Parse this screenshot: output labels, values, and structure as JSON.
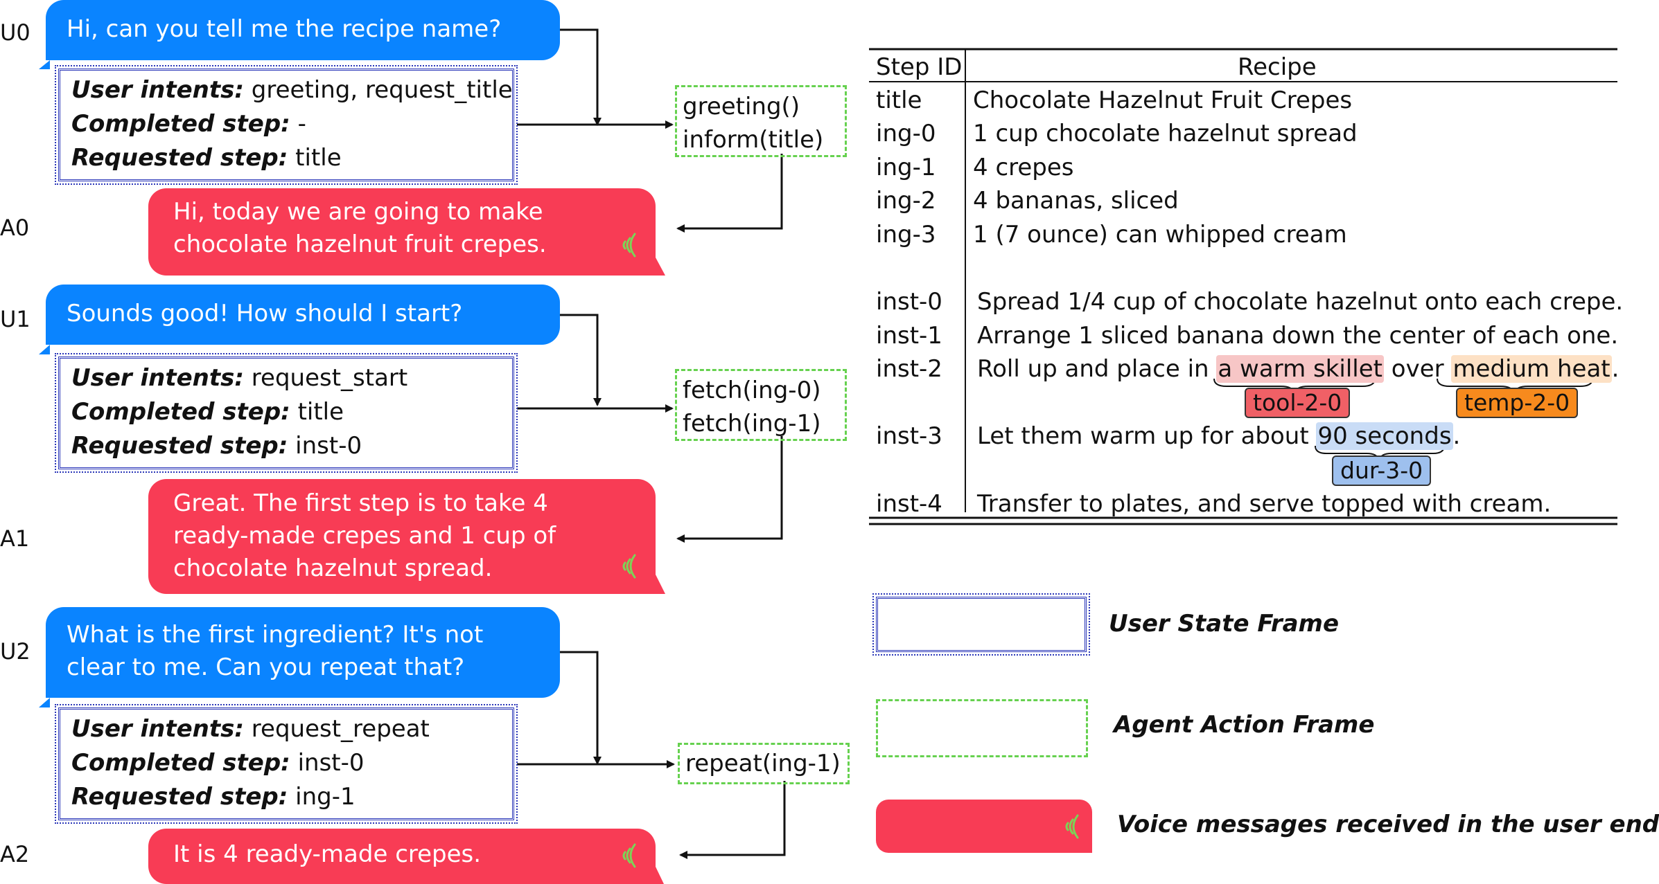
{
  "colors": {
    "user_bubble": "#0a84ff",
    "agent_bubble": "#f83c55",
    "state_frame": "#2a36b8",
    "action_frame": "#66d14f",
    "tool_highlight": "#f7c6c6",
    "tool_tag": "#f06066",
    "temp_highlight": "#fde1c5",
    "temp_tag": "#f78a1d",
    "dur_highlight": "#c9dcf6",
    "dur_tag": "#9ec0ee"
  },
  "turns": [
    {
      "user_label": "U0",
      "user_message": "Hi, can you tell me the recipe name?",
      "state": {
        "intents_key": "User intents:",
        "intents_value": "greeting, request_title",
        "completed_key": "Completed step:",
        "completed_value": "-",
        "requested_key": "Requested step:",
        "requested_value": "title"
      },
      "actions": [
        "greeting()",
        "inform(title)"
      ],
      "agent_label": "A0",
      "agent_message": "Hi, today we are going to make\nchocolate hazelnut fruit crepes."
    },
    {
      "user_label": "U1",
      "user_message": "Sounds good! How should I start?",
      "state": {
        "intents_key": "User intents:",
        "intents_value": "request_start",
        "completed_key": "Completed step:",
        "completed_value": "title",
        "requested_key": "Requested step:",
        "requested_value": "inst-0"
      },
      "actions": [
        "fetch(ing-0)",
        "fetch(ing-1)"
      ],
      "agent_label": "A1",
      "agent_message": "Great. The first step is to take 4\nready-made crepes and 1 cup of\nchocolate hazelnut spread."
    },
    {
      "user_label": "U2",
      "user_message": "What is the first ingredient? It's not\nclear to me. Can you repeat that?",
      "state": {
        "intents_key": "User intents:",
        "intents_value": "request_repeat",
        "completed_key": "Completed step:",
        "completed_value": "inst-0",
        "requested_key": "Requested step:",
        "requested_value": "ing-1"
      },
      "actions": [
        "repeat(ing-1)"
      ],
      "agent_label": "A2",
      "agent_message": "It is 4 ready-made crepes."
    }
  ],
  "recipe_table": {
    "header_step_id": "Step ID",
    "header_recipe": "Recipe",
    "rows": [
      {
        "id": "title",
        "text": "Chocolate Hazelnut Fruit Crepes"
      },
      {
        "id": "ing-0",
        "text": "1 cup chocolate hazelnut spread"
      },
      {
        "id": "ing-1",
        "text": "4 crepes"
      },
      {
        "id": "ing-2",
        "text": "4 bananas, sliced"
      },
      {
        "id": "ing-3",
        "text": "1 (7 ounce) can whipped cream"
      },
      {
        "id": "inst-0",
        "text": "Spread 1/4 cup of chocolate hazelnut onto each crepe."
      },
      {
        "id": "inst-1",
        "text": "Arrange 1 sliced banana down the center of each one."
      },
      {
        "id": "inst-2",
        "parts": [
          "Roll up and place in ",
          "a warm skillet",
          " over ",
          "medium heat",
          "."
        ]
      },
      {
        "id": "inst-3",
        "parts": [
          "Let them warm up for about ",
          "90 seconds",
          "."
        ]
      },
      {
        "id": "inst-4",
        "text": "Transfer to plates, and serve topped with cream."
      }
    ],
    "tags": {
      "tool": "tool-2-0",
      "temp": "temp-2-0",
      "dur": "dur-3-0"
    }
  },
  "legend": {
    "state_frame": "User State Frame",
    "action_frame": "Agent Action Frame",
    "voice": "Voice messages received in the user end"
  }
}
